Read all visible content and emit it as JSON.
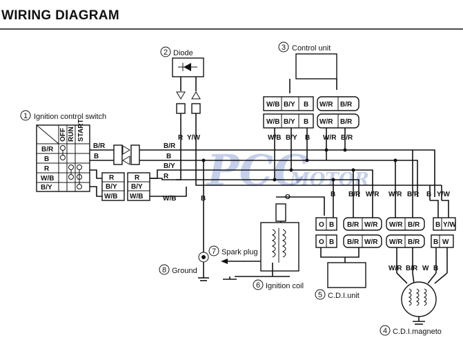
{
  "title": "WIRING DIAGRAM",
  "watermark": {
    "main": "PCC",
    "sub": "MOTOR"
  },
  "components": {
    "ignition_switch": {
      "num": "1",
      "label": "Ignition control switch",
      "positions": [
        "OFF",
        "RUN",
        "START"
      ],
      "rows": [
        "B/R",
        "B",
        "R",
        "W/B",
        "B/Y"
      ]
    },
    "diode": {
      "num": "2",
      "label": "Diode"
    },
    "control_unit": {
      "num": "3",
      "label": "Control unit"
    },
    "cdi_magneto": {
      "num": "4",
      "label": "C.D.I.magneto"
    },
    "cdi_unit": {
      "num": "5",
      "label": "C.D.I.unit"
    },
    "ignition_coil": {
      "num": "6",
      "label": "Ignition coil"
    },
    "spark_plug": {
      "num": "7",
      "label": "Spark plug"
    },
    "ground": {
      "num": "8",
      "label": "Ground"
    }
  },
  "wires": {
    "BR": "B/R",
    "B": "B",
    "R": "R",
    "WB": "W/B",
    "BY": "B/Y",
    "YW": "Y/W",
    "WR": "W/R",
    "O": "O",
    "W": "W"
  }
}
